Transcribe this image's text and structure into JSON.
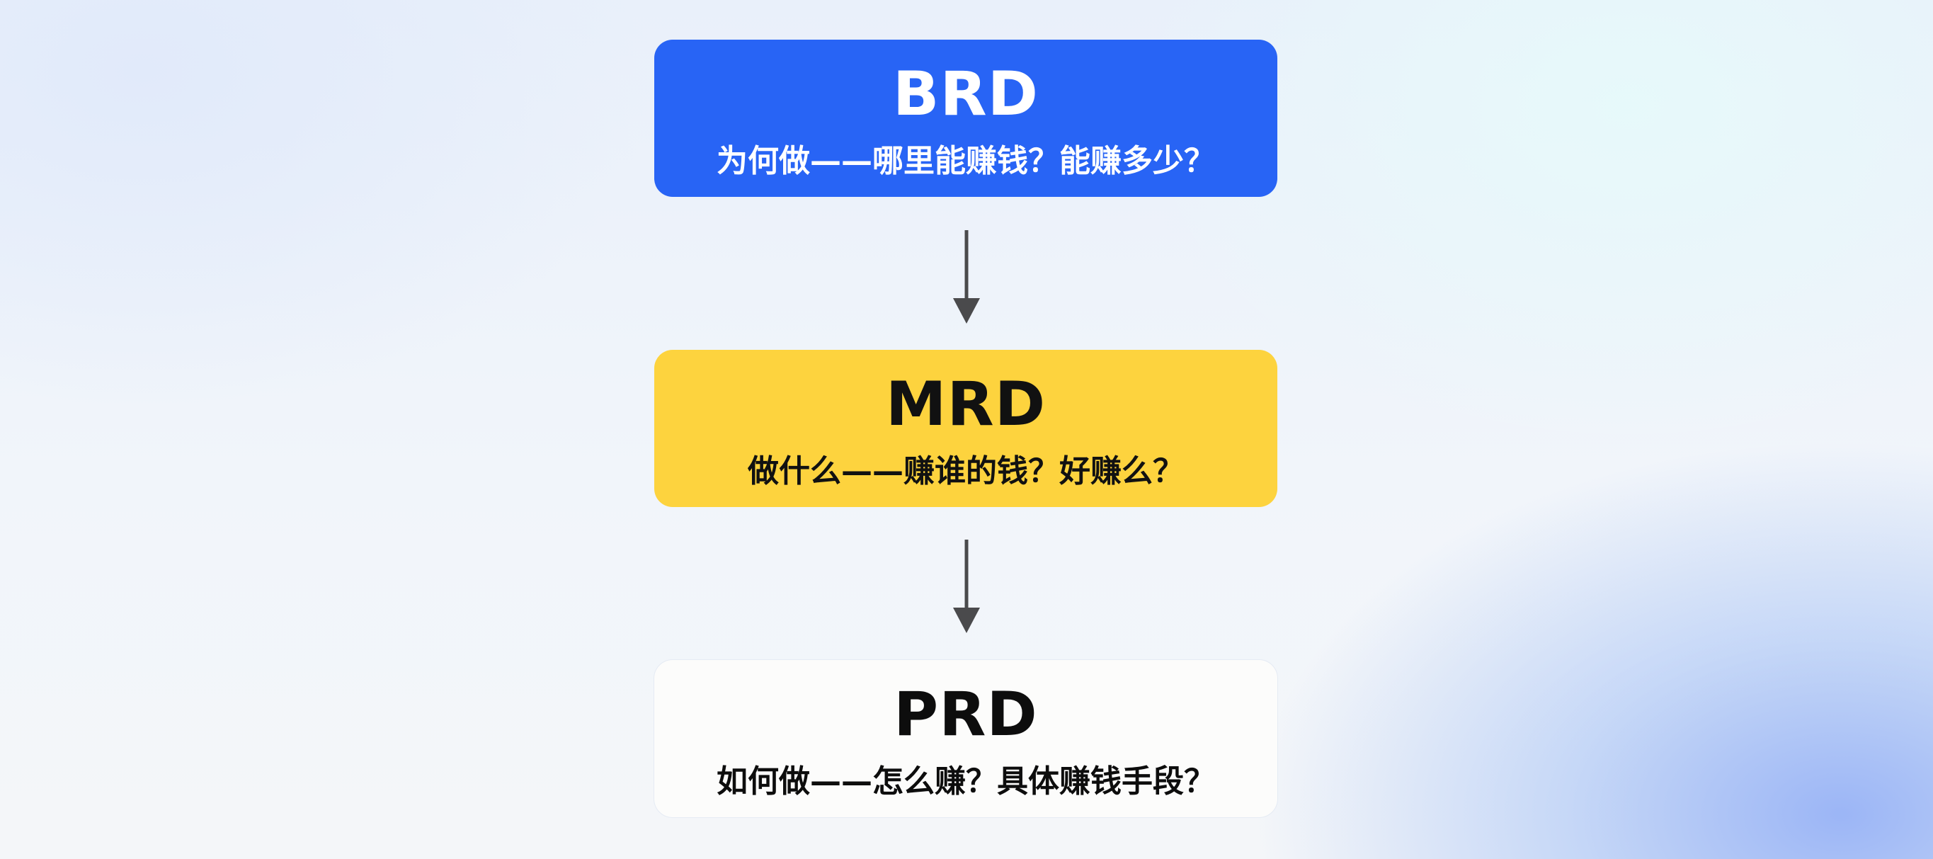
{
  "diagram": {
    "type": "flow",
    "direction": "top-to-bottom",
    "nodes": [
      {
        "id": "brd",
        "title": "BRD",
        "subtitle": "为何做——哪里能赚钱？能赚多少？",
        "fill": "#2864f5",
        "text_color": "#ffffff"
      },
      {
        "id": "mrd",
        "title": "MRD",
        "subtitle": "做什么——赚谁的钱？好赚么？",
        "fill": "#fdd33e",
        "text_color": "#111111"
      },
      {
        "id": "prd",
        "title": "PRD",
        "subtitle": "如何做——怎么赚？具体赚钱手段？",
        "fill": "#fcfcfb",
        "text_color": "#0d0d0d"
      }
    ],
    "edges": [
      {
        "from": "brd",
        "to": "mrd",
        "icon": "arrow-down-icon"
      },
      {
        "from": "mrd",
        "to": "prd",
        "icon": "arrow-down-icon"
      }
    ],
    "arrow_color": "#4a4a4c"
  }
}
